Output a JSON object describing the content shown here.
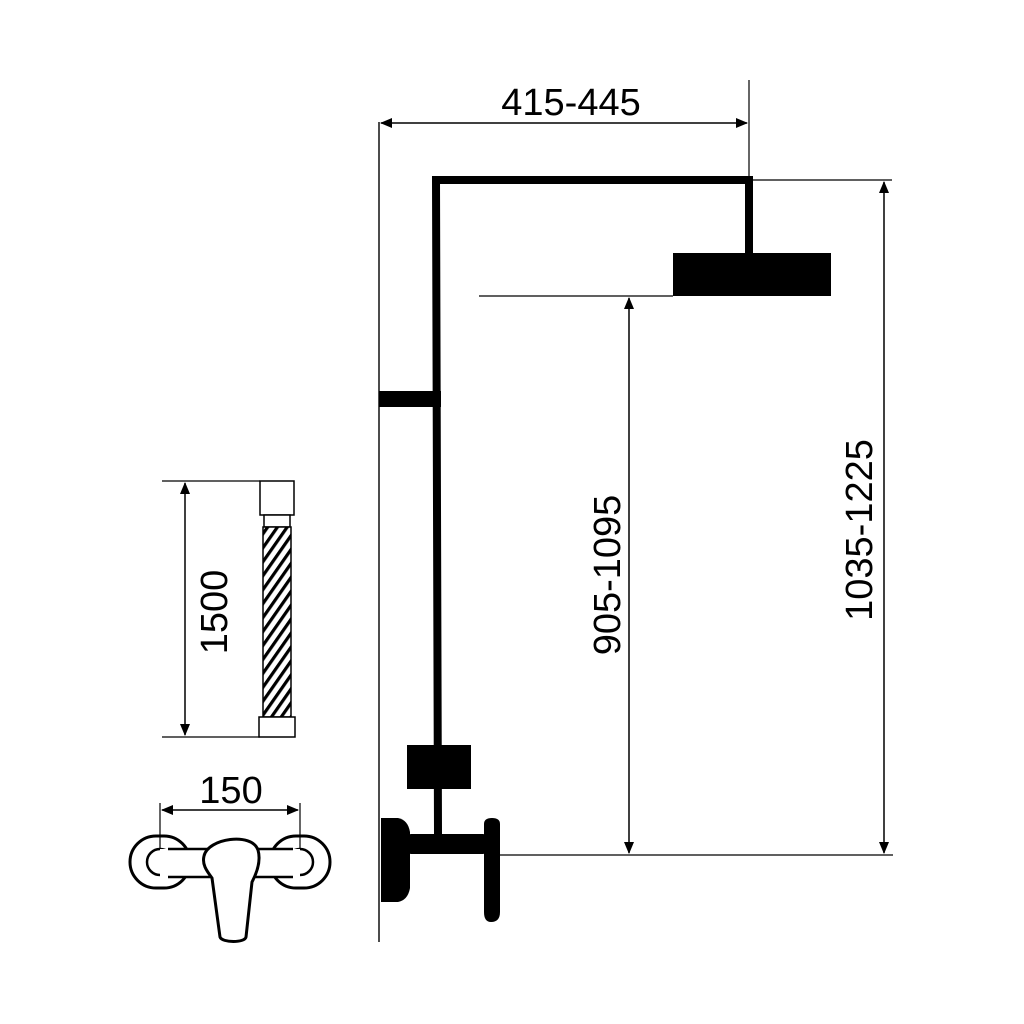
{
  "colors": {
    "ink": "#000000",
    "background": "#ffffff"
  },
  "dimensions": {
    "arm_reach": "415-445",
    "head_height": "905-1095",
    "total_height": "1035-1225",
    "hose_length": "1500",
    "mixer_spacing": "150"
  }
}
